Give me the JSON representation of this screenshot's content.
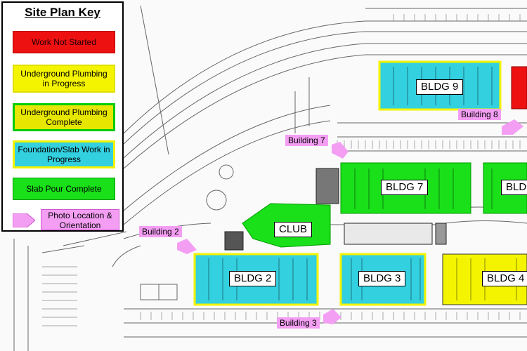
{
  "legend": {
    "title": "Site Plan Key",
    "items": [
      {
        "label": "Work Not Started",
        "color": "#ee1111"
      },
      {
        "label": "Underground Plumbing in Progress",
        "color": "#f4f400"
      },
      {
        "label": "Underground Plumbing Complete",
        "color": "#e6e600",
        "border": "#00cc00"
      },
      {
        "label": "Foundation/Slab Work in Progress",
        "color": "#33d0e0",
        "border": "#f3f300"
      },
      {
        "label": "Slab Pour Complete",
        "color": "#19e019"
      }
    ],
    "photo": {
      "label": "Photo Location & Orientation",
      "color": "#f39ef3"
    }
  },
  "buildings": [
    {
      "id": "bldg9",
      "label": "BLDG 9",
      "status": "Foundation/Slab Work in Progress"
    },
    {
      "id": "bldg7",
      "label": "BLDG 7",
      "status": "Slab Pour Complete"
    },
    {
      "id": "bldg8",
      "label": "BLD",
      "status": "Slab Pour Complete"
    },
    {
      "id": "club",
      "label": "CLUB",
      "status": "Slab Pour Complete"
    },
    {
      "id": "bldg2",
      "label": "BLDG 2",
      "status": "Foundation/Slab Work in Progress"
    },
    {
      "id": "bldg3",
      "label": "BLDG 3",
      "status": "Foundation/Slab Work in Progress"
    },
    {
      "id": "bldg4",
      "label": "BLDG 4",
      "status": "Underground Plumbing in Progress"
    }
  ],
  "photo_callouts": [
    {
      "id": "building8",
      "label": "Building 8"
    },
    {
      "id": "building7",
      "label": "Building 7"
    },
    {
      "id": "building2",
      "label": "Building 2"
    },
    {
      "id": "building3",
      "label": "Building 3"
    }
  ],
  "colors": {
    "line": "#555555",
    "photo": "#f39ef3",
    "slab_complete": "#19e019",
    "foundation": "#33d0e0",
    "plumbing": "#e6e600",
    "not_started": "#ee1111"
  }
}
